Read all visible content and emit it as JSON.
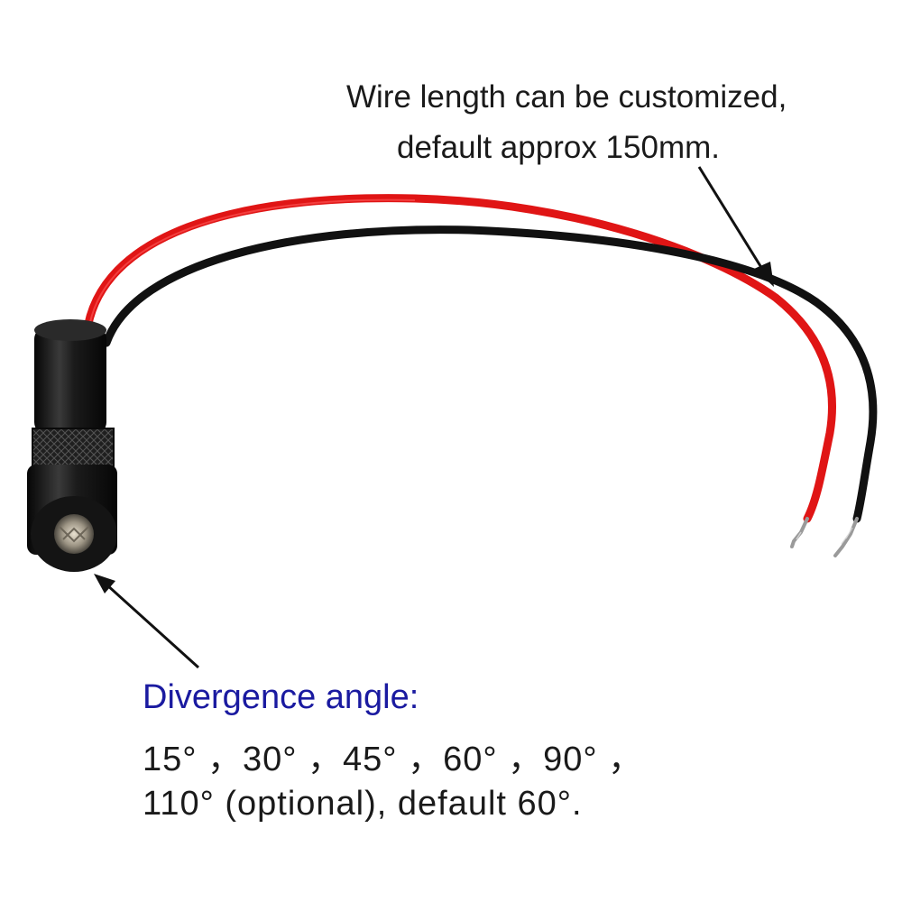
{
  "annotations": {
    "wire_caption_line1": "Wire length can be customized,",
    "wire_caption_line2": "default approx 150mm.",
    "divergence_title": "Divergence angle:",
    "angles_line1": "15°  ，30°  ，45°  ，60°  ，90°  ，",
    "angles_line2": "110°   (optional), default 60°."
  },
  "colors": {
    "red_wire": "#e01515",
    "black_wire": "#111111",
    "body": "#1c1c1c",
    "title_blue": "#1a1aa0"
  }
}
